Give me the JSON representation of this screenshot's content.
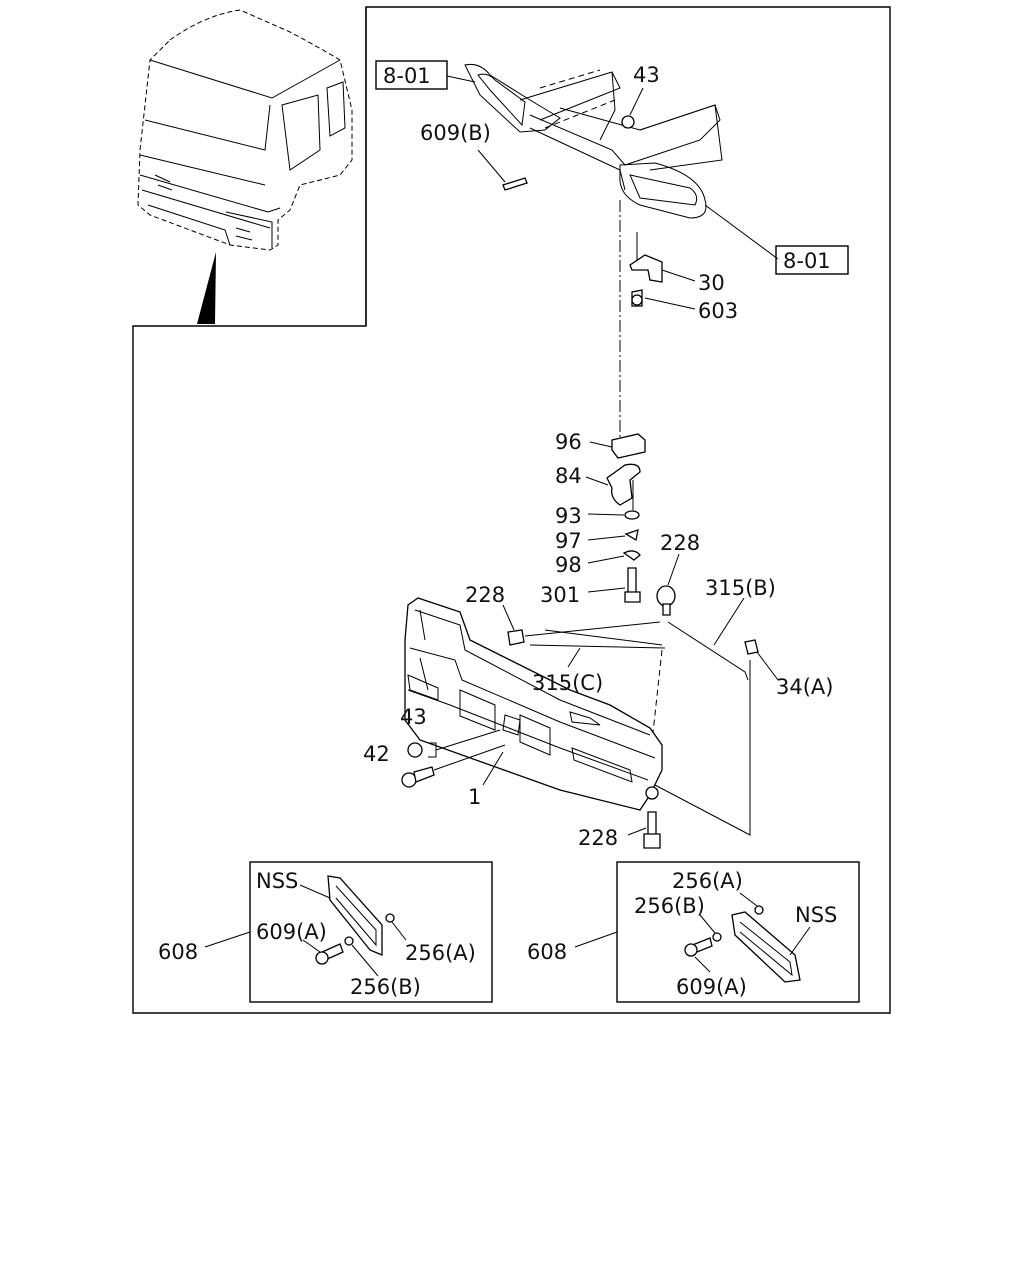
{
  "callouts": {
    "ref_top_left": "8-01",
    "ref_right": "8-01",
    "n43_top": "43",
    "n609b": "609(B)",
    "n30": "30",
    "n603": "603",
    "n96": "96",
    "n84": "84",
    "n93": "93",
    "n97": "97",
    "n98": "98",
    "n301": "301",
    "n228_upper": "228",
    "n228_left": "228",
    "n315b": "315(B)",
    "n315c": "315(C)",
    "n34a": "34(A)",
    "n43_lower": "43",
    "n42": "42",
    "n1": "1",
    "n228_bottom": "228"
  },
  "detail_left": {
    "n608": "608",
    "nss": "NSS",
    "n609a": "609(A)",
    "n256a": "256(A)",
    "n256b": "256(B)"
  },
  "detail_right": {
    "n608": "608",
    "n256a": "256(A)",
    "n256b": "256(B)",
    "nss": "NSS",
    "n609a": "609(A)"
  }
}
